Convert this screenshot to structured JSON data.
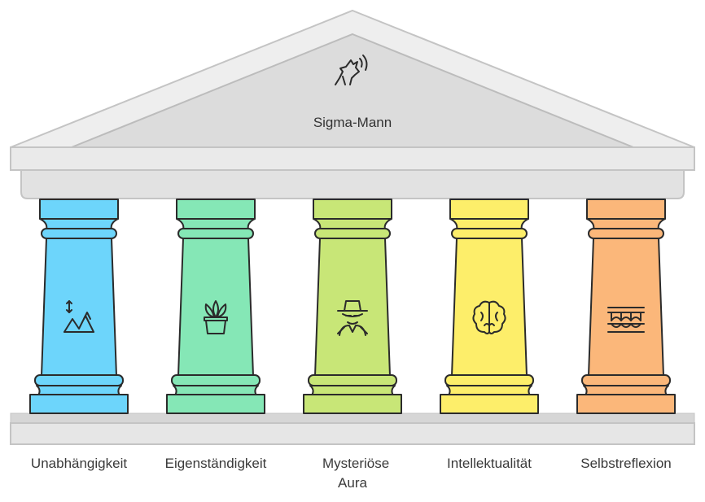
{
  "temple": {
    "title": "Sigma-Mann",
    "title_icon": "howling-wolf-icon"
  },
  "pillars": [
    {
      "label": "Unabhängigkeit",
      "color": "#6dd5fb",
      "icon": "mountains-arrow-icon"
    },
    {
      "label": "Eigenständigkeit",
      "color": "#85e7b6",
      "icon": "potted-plant-icon"
    },
    {
      "label": "Mysteriöse Aura",
      "color": "#c8e677",
      "icon": "spy-incognito-icon"
    },
    {
      "label": "Intellektualität",
      "color": "#fdee6a",
      "icon": "brain-icon"
    },
    {
      "label": "Selbstreflexion",
      "color": "#fbb77a",
      "icon": "bridge-reflection-icon"
    }
  ]
}
